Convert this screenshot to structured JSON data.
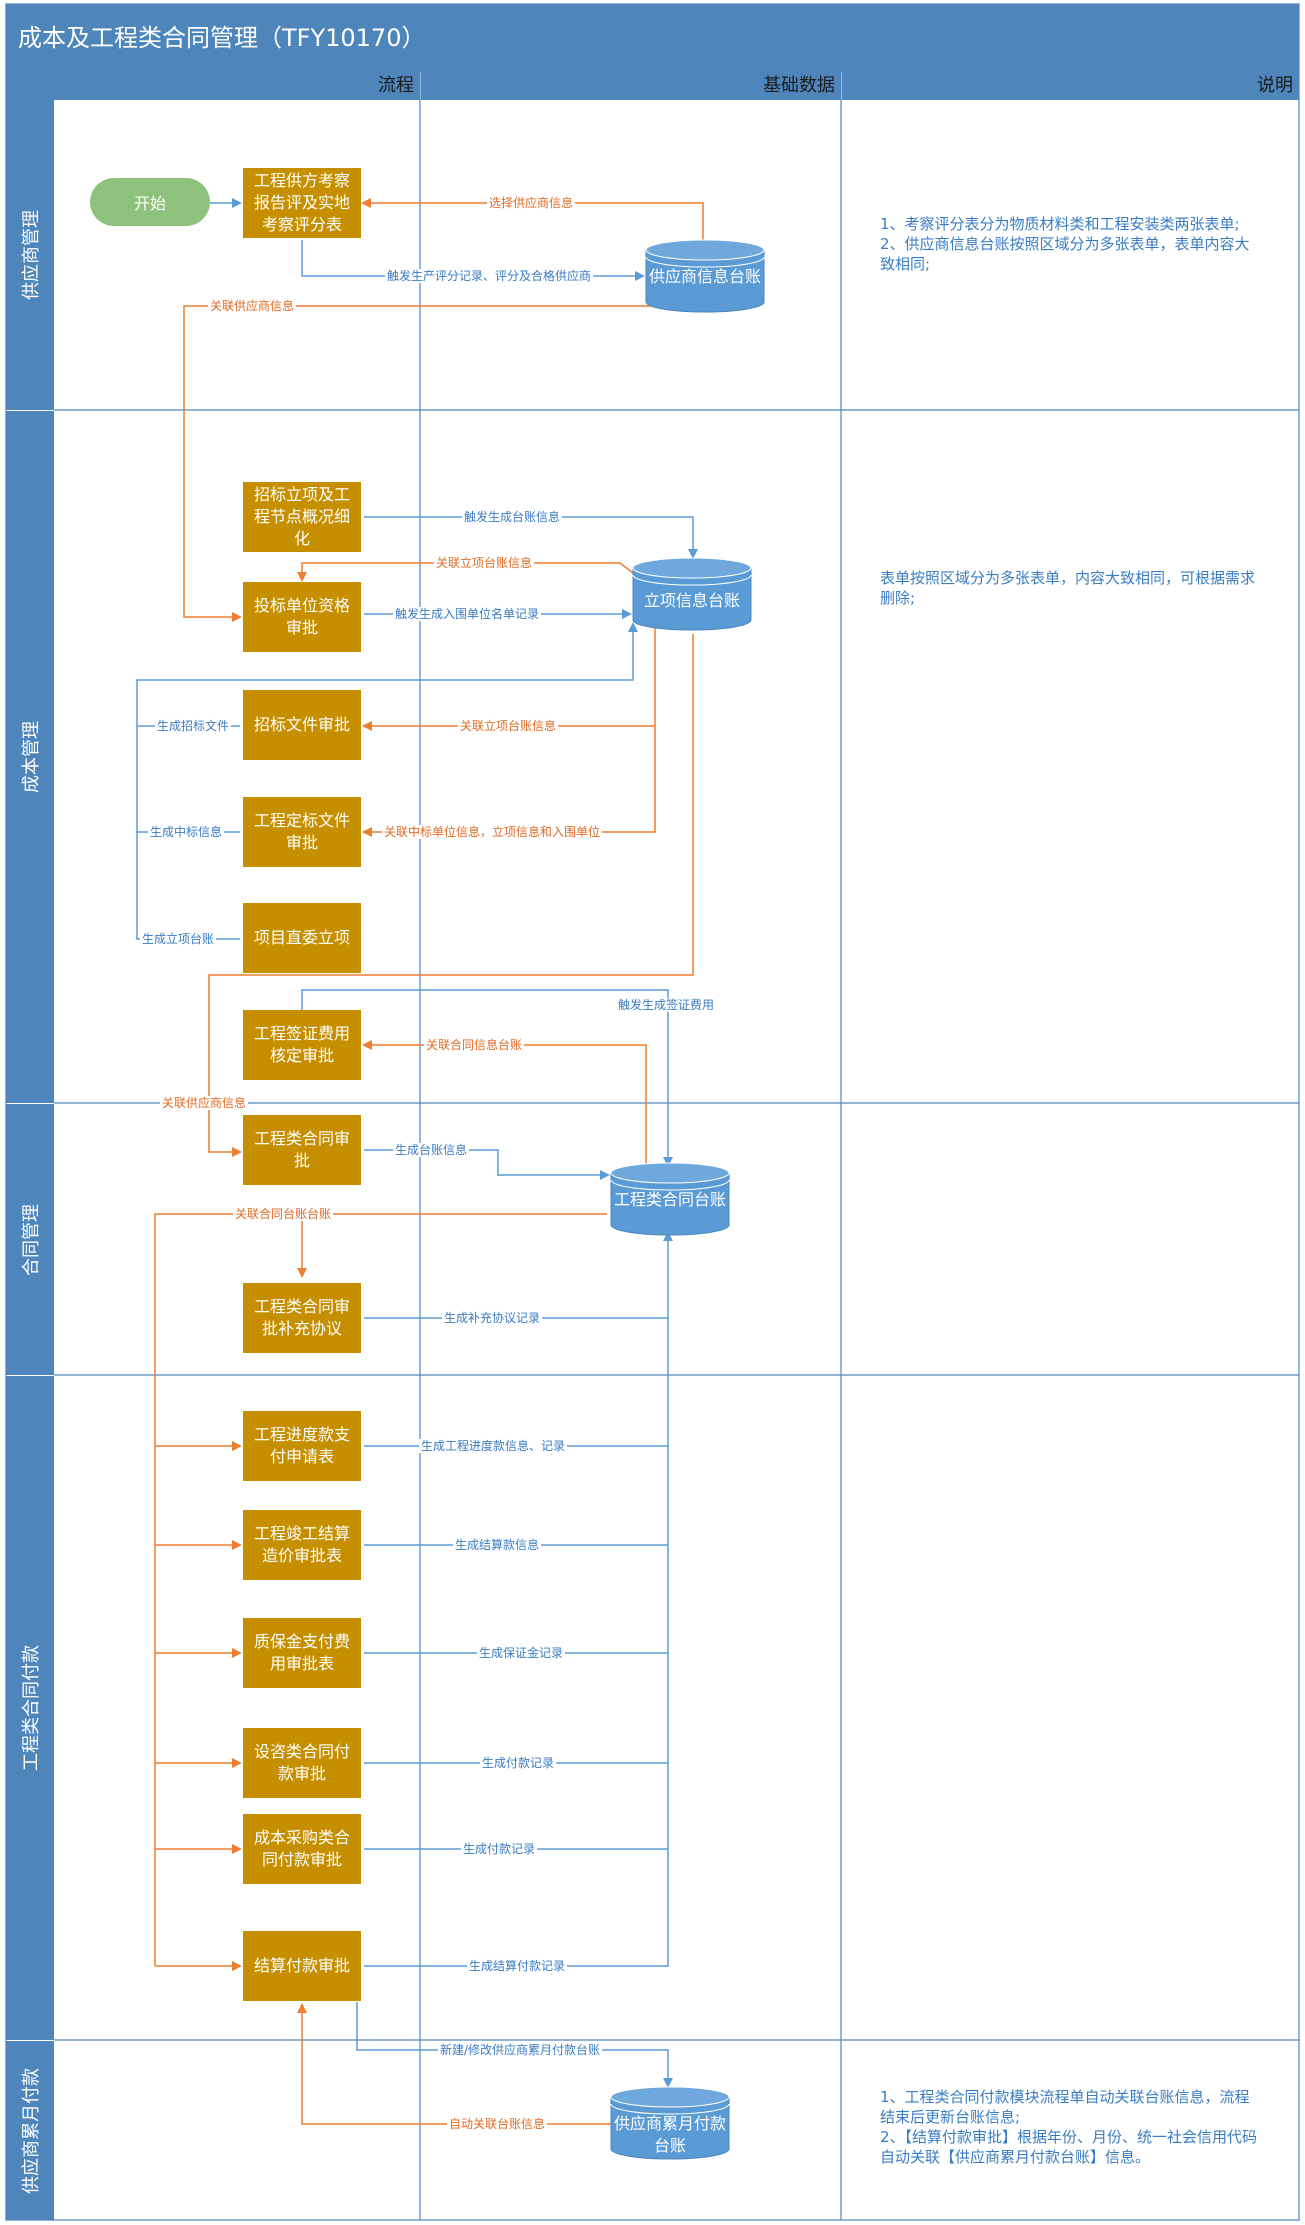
{
  "title": "成本及工程类合同管理（TFY10170）",
  "columns": {
    "flow": "流程",
    "base": "基础数据",
    "desc": "说明"
  },
  "lanes": {
    "supplier": "供应商管理",
    "cost": "成本管理",
    "contract": "合同管理",
    "payment": "工程类合同付款",
    "monthly": "供应商累月付款"
  },
  "nodes": {
    "start": "开始",
    "survey": "工程供方考察报告评及实地考察评分表",
    "bid_setup": "招标立项及工程节点概况细化",
    "qualify": "投标单位资格审批",
    "bid_doc": "招标文件审批",
    "award": "工程定标文件审批",
    "direct": "项目直委立项",
    "visa": "工程签证费用核定审批",
    "contract": "工程类合同审批",
    "supplement": "工程类合同审批补充协议",
    "progress": "工程进度款支付申请表",
    "settle_price": "工程竣工结算造价审批表",
    "warranty": "质保金支付费用审批表",
    "design": "设咨类合同付款审批",
    "purchase": "成本采购类合同付款审批",
    "settle_pay": "结算付款审批"
  },
  "dbs": {
    "supplier_db": "供应商信息台账",
    "project_db": "立项信息台账",
    "contract_db": "工程类合同台账",
    "monthly_db": "供应商累月付款台账"
  },
  "edges": {
    "e1": "选择供应商信息",
    "e2": "触发生产评分记录、评分及合格供应商",
    "e3": "关联供应商信息",
    "e4": "触发生成台账信息",
    "e5": "关联立项台账信息",
    "e6": "触发生成入围单位名单记录",
    "e7": "生成招标文件",
    "e8": "关联立项台账信息",
    "e9": "生成中标信息",
    "e10": "关联中标单位信息，立项信息和入围单位",
    "e11": "生成立项台账",
    "e12": "触发生成签证费用",
    "e13": "关联合同信息台账",
    "e14": "关联供应商信息",
    "e15": "生成台账信息",
    "e16": "关联合同台账台账",
    "e17": "生成补充协议记录",
    "e18": "生成工程进度款信息、记录",
    "e19": "生成结算款信息",
    "e20": "生成保证金记录",
    "e21": "生成付款记录",
    "e22": "生成付款记录",
    "e23": "生成结算付款记录",
    "e24": "新建/修改供应商累月付款台账",
    "e25": "自动关联台账信息"
  },
  "notes": {
    "supplier": "1、考察评分表分为物质材料类和工程安装类两张表单;\n2、供应商信息台账按照区域分为多张表单，表单内容大致相同;",
    "cost": "表单按照区域分为多张表单，内容大致相同，可根据需求删除;",
    "monthly": "1、工程类合同付款模块流程单自动关联台账信息，流程结束后更新台账信息;\n2、【结算付款审批】根据年份、月份、统一社会信用代码自动关联【供应商累月付款台账】信息。"
  },
  "colors": {
    "header": "#4e86bc",
    "task": "#c68f00",
    "start": "#8cc27c",
    "orange": "#ed7d31",
    "blue": "#5b9bd5"
  }
}
